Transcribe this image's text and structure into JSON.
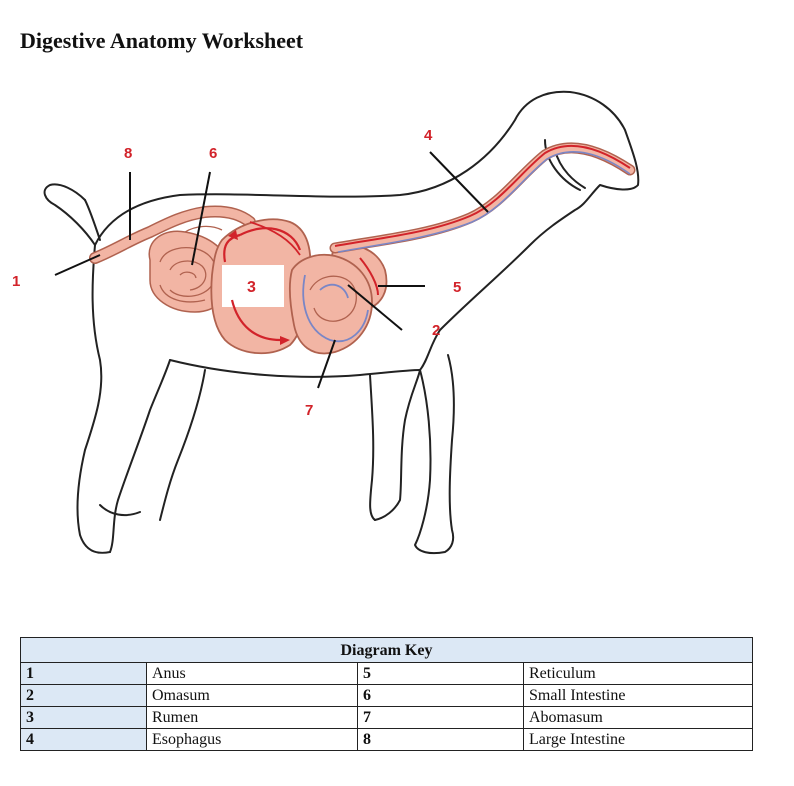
{
  "title": "Digestive Anatomy Worksheet",
  "labels": [
    "1",
    "2",
    "3",
    "4",
    "5",
    "6",
    "7",
    "8"
  ],
  "key": {
    "header": "Diagram Key",
    "rows": [
      {
        "n1": "1",
        "t1": "Anus",
        "n2": "5",
        "t2": "Reticulum"
      },
      {
        "n1": "2",
        "t1": "Omasum",
        "n2": "6",
        "t2": "Small Intestine"
      },
      {
        "n1": "3",
        "t1": "Rumen",
        "n2": "7",
        "t2": "Abomasum"
      },
      {
        "n1": "4",
        "t1": "Esophagus",
        "n2": "8",
        "t2": "Large Intestine"
      }
    ]
  },
  "colors": {
    "organ_fill": "#f2b5a4",
    "organ_stroke": "#b0624f",
    "label_red": "#d2232a",
    "flow_red": "#d2232a",
    "flow_blue": "#7a86c6",
    "key_header": "#dce8f5"
  }
}
